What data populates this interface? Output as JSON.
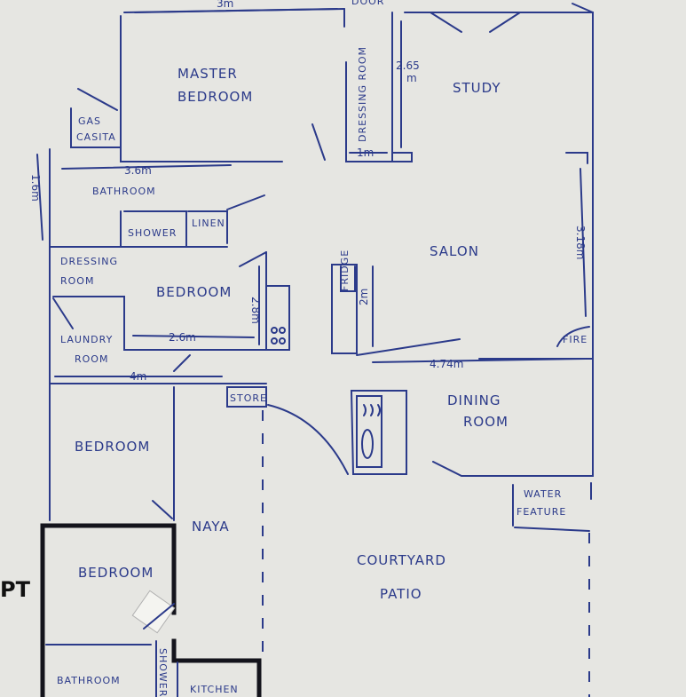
{
  "rooms": {
    "master_1": "MASTER",
    "master_2": "BEDROOM",
    "door": "DOOR",
    "study": "STUDY",
    "dressing_room_vertical": "DRESSING ROOM",
    "gas_1": "GAS",
    "gas_2": "CASITA",
    "bathroom_top": "BATHROOM",
    "shower": "SHOWER",
    "linen": "LINEN",
    "dressing_1": "DRESSING",
    "dressing_2": "ROOM",
    "bedroom_mid": "BEDROOM",
    "salon": "SALON",
    "fire": "FIRE",
    "laundry_1": "LAUNDRY",
    "laundry_2": "ROOM",
    "store": "STORE",
    "dining_1": "DINING",
    "dining_2": "ROOM",
    "bedroom_lower": "BEDROOM",
    "water_1": "WATER",
    "water_2": "FEATURE",
    "naya": "NAYA",
    "courtyard": "COURTYARD",
    "patio": "PATIO",
    "bedroom_apt": "BEDROOM",
    "apt_marker": "PT",
    "bathroom_bottom": "BATHROOM",
    "shower_bottom": "SHOWER",
    "kitchen": "KITCHEN",
    "fridge": "FRIDGE"
  },
  "dimensions": {
    "top_width": "3m",
    "study_height": "2.65",
    "study_height_unit": "m",
    "dressing_width": "1m",
    "bath_width": "3.6m",
    "bath_height": "1.6m",
    "bedroom_height": "2.8m",
    "bedroom_width": "2.6m",
    "laundry_width": "4m",
    "salon_height": "3.18m",
    "fridge_height": "2m",
    "salon_width": "4.74m"
  }
}
